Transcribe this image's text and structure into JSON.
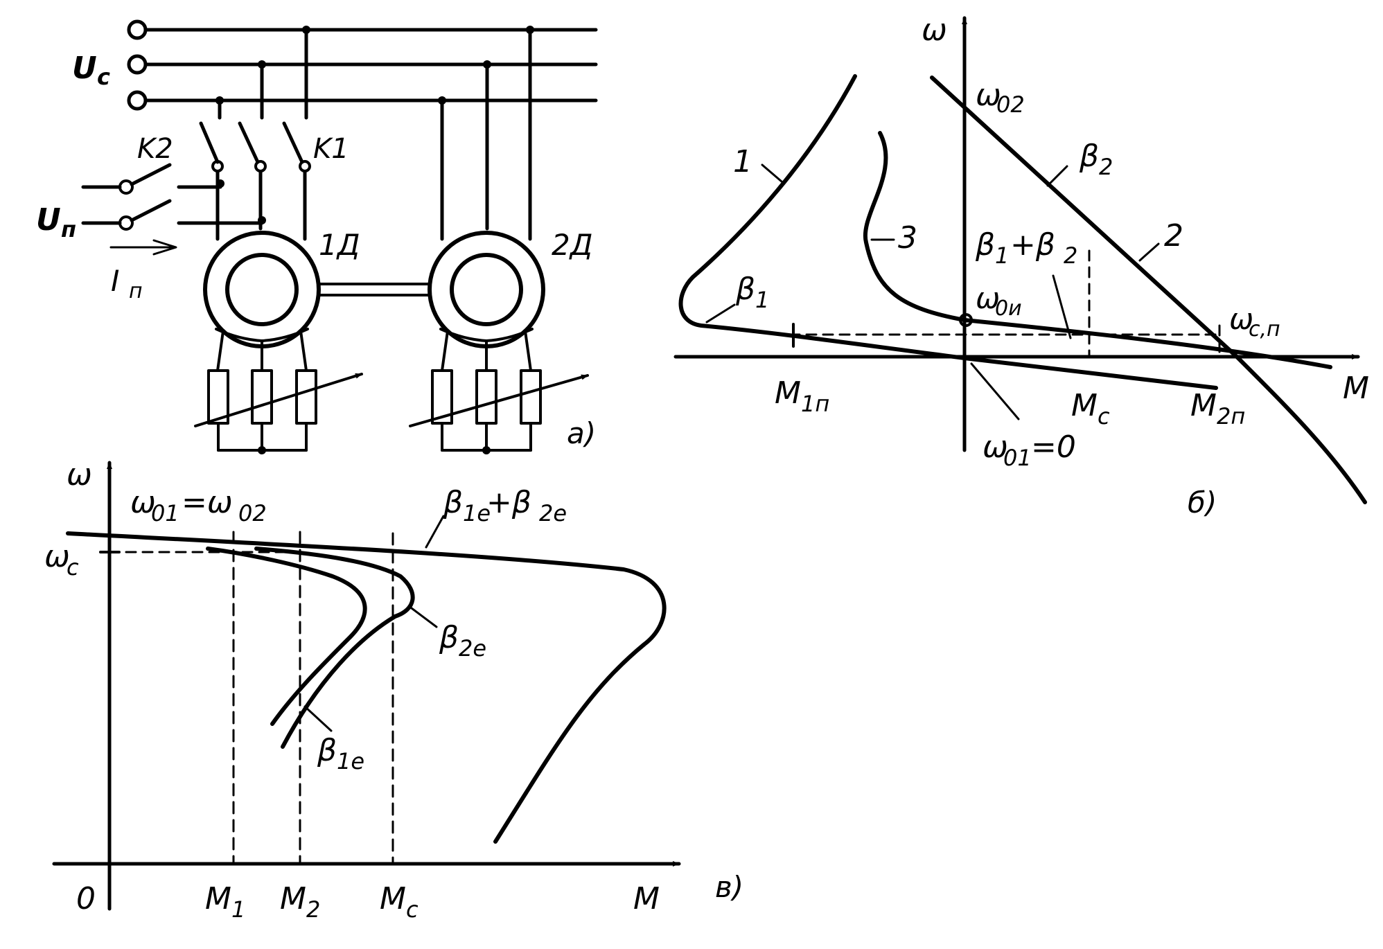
{
  "panel_a": {
    "supply": "U",
    "supply_sub": "c",
    "contactor_2": "K2",
    "contactor_1": "K1",
    "dc_supply": "U",
    "dc_supply_sub": "п",
    "dc_current": "I",
    "dc_current_sub": "п",
    "motor_1": "1Д",
    "motor_2": "2Д",
    "caption": "а)"
  },
  "panel_b": {
    "caption": "б)",
    "y_axis": "ω",
    "x_axis": "M",
    "omega02": "ω",
    "omega02_sub": "02",
    "beta2": "β",
    "beta2_sub": "2",
    "curve1": "1",
    "curve2": "2",
    "curve3": "3",
    "beta1": "β",
    "beta1_sub": "1",
    "sum_a": "β",
    "sum_a_sub": "1",
    "sum_plus": "+β",
    "sum_b_sub": "2",
    "omega0i": "ω",
    "omega0i_sub": "0и",
    "omegacp": "ω",
    "omegacp_sub": "c,п",
    "m1p": "M",
    "m1p_sub": "1п",
    "mc": "M",
    "mc_sub": "c",
    "m2p": "M",
    "m2p_sub": "2п",
    "omega01": "ω",
    "omega01_sub": "01",
    "omega01_val": "=0"
  },
  "panel_c": {
    "caption": "в)",
    "y_axis": "ω",
    "x_axis": "M",
    "origin": "0",
    "omega_eq_a": "ω",
    "omega_eq_a_sub": "01",
    "omega_eq_mid": "=ω",
    "omega_eq_b_sub": "02",
    "omega_c": "ω",
    "omega_c_sub": "c",
    "sum_a": "β",
    "sum_a_sub": "1e",
    "sum_plus": "+β",
    "sum_b_sub": "2e",
    "beta2e": "β",
    "beta2e_sub": "2e",
    "beta1e": "β",
    "beta1e_sub": "1e",
    "m1": "M",
    "m1_sub": "1",
    "m2": "M",
    "m2_sub": "2",
    "mc": "M",
    "mc_sub": "c"
  }
}
